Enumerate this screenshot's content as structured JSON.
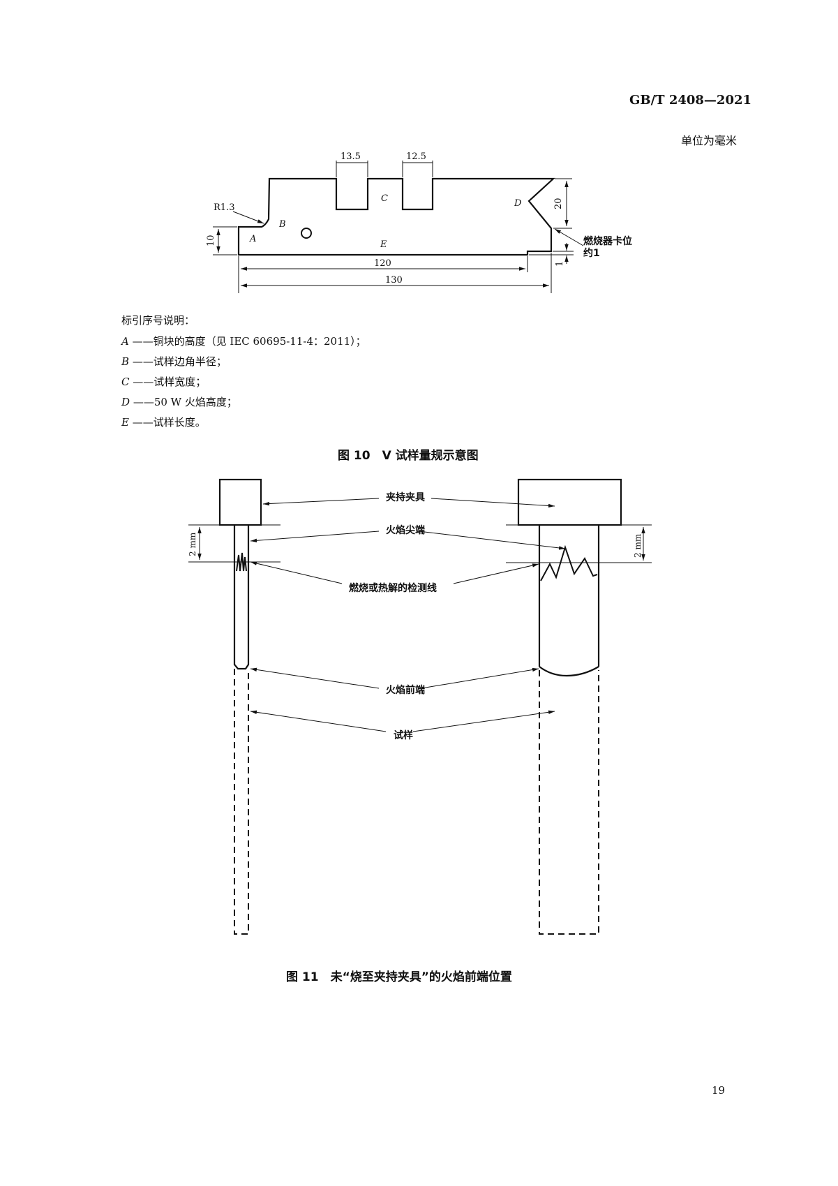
{
  "header": {
    "standard_code": "GB/T 2408—2021",
    "units_note": "单位为毫米"
  },
  "figure10": {
    "dims": {
      "notch1": "13.5",
      "notch2": "12.5",
      "radius": "R1.3",
      "height_left": "10",
      "height_right": "20",
      "step": "1",
      "length_inner": "120",
      "length_outer": "130"
    },
    "region_labels": [
      "A",
      "B",
      "C",
      "D",
      "E"
    ],
    "burner_note": [
      "燃烧器卡位",
      "约1"
    ],
    "legend_title": "标引序号说明：",
    "legend": [
      {
        "key": "A",
        "text": "——铜块的高度（见 IEC 60695-11-4：2011）；"
      },
      {
        "key": "B",
        "text": "——试样边角半径；"
      },
      {
        "key": "C",
        "text": "——试样宽度；"
      },
      {
        "key": "D",
        "text": "——50 W 火焰高度；"
      },
      {
        "key": "E",
        "text": "——试样长度。"
      }
    ],
    "caption": "图 10　V 试样量规示意图"
  },
  "figure11": {
    "labels": {
      "clamp": "夹持夹具",
      "flame_tip": "火焰尖端",
      "burn_line": "燃烧或热解的检测线",
      "flame_front": "火焰前端",
      "specimen": "试样"
    },
    "dim_2mm": "2 mm",
    "caption": "图 11　未“烧至夹持夹具”的火焰前端位置"
  },
  "page_number": "19"
}
